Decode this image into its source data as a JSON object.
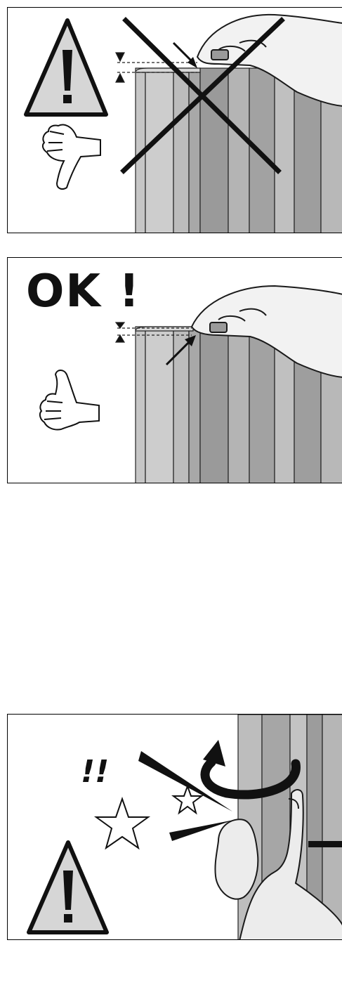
{
  "panels": [
    {
      "id": "wrong-installation",
      "verdict": "wrong",
      "icons": [
        "warning-triangle-icon",
        "thumbs-down-icon",
        "cross-out-mark-icon"
      ]
    },
    {
      "id": "correct-installation",
      "verdict": "correct",
      "text": "OK !",
      "icons": [
        "thumbs-up-icon",
        "arrow-icon"
      ]
    },
    {
      "id": "rotation-warning",
      "verdict": "caution",
      "text": "!!",
      "icons": [
        "rotate-arrow-icon",
        "star-icon",
        "warning-triangle-icon"
      ]
    }
  ],
  "colors": {
    "line": "#1a1a1a",
    "metal_light": "#c9c9c9",
    "metal_mid": "#a8a8a8",
    "metal_dark": "#8a8a8a",
    "skin": "#ececec"
  }
}
